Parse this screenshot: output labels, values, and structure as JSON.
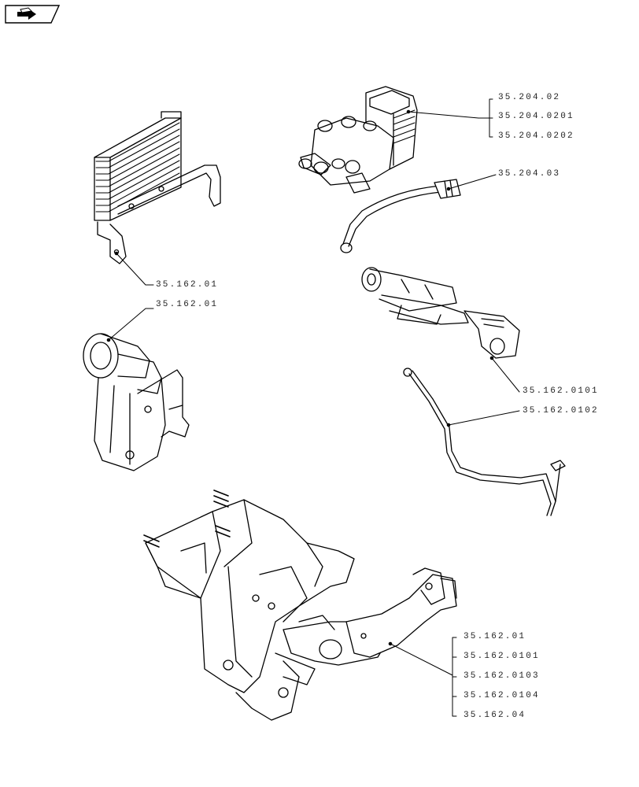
{
  "nav": {
    "icon": "forward-arrow-icon"
  },
  "callouts": {
    "valve_group": [
      "35.204.02",
      "35.204.0201",
      "35.204.0202"
    ],
    "valve_pipe": "35.204.03",
    "cooler_bracket": "35.162.01",
    "motor_housing": "35.162.01",
    "top_link": "35.162.0101",
    "hydraulic_pipe": "35.162.0102",
    "hitch_group": [
      "35.162.01",
      "35.162.0101",
      "35.162.0103",
      "35.162.0104",
      "35.162.04"
    ]
  }
}
